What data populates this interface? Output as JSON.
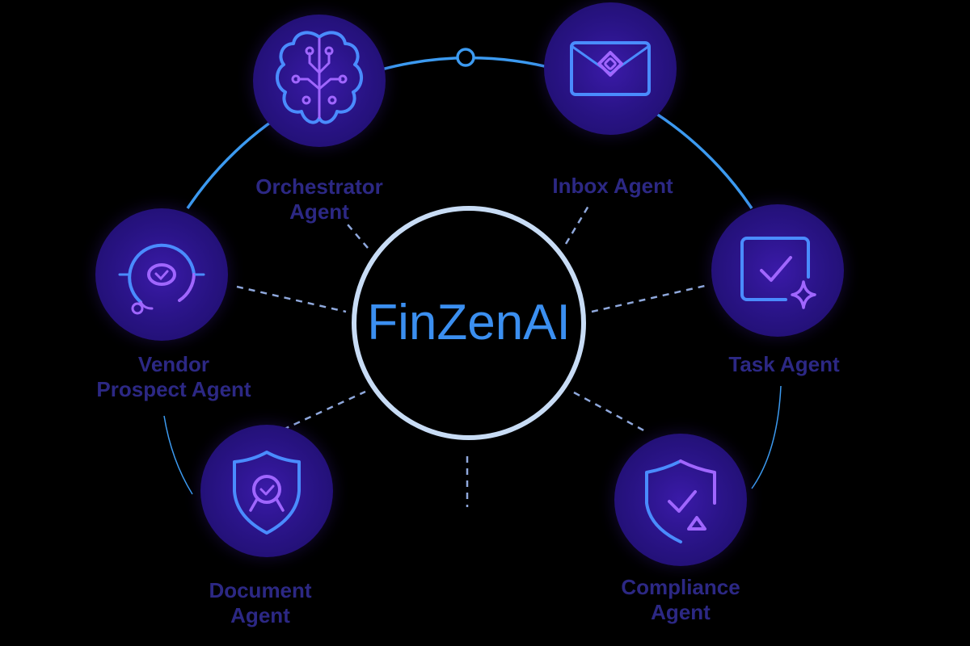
{
  "center": {
    "title": "FinZenAI"
  },
  "agents": [
    {
      "id": "orchestrator",
      "line1": "Orchestrator",
      "line2": "Agent",
      "icon": "brain-circuit-icon"
    },
    {
      "id": "inbox",
      "line1": "Inbox Agent",
      "line2": "",
      "icon": "envelope-icon"
    },
    {
      "id": "vendor",
      "line1": "Vendor",
      "line2": "Prospect Agent",
      "icon": "target-orbit-icon"
    },
    {
      "id": "task",
      "line1": "Task Agent",
      "line2": "",
      "icon": "checkbox-sparkle-icon"
    },
    {
      "id": "document",
      "line1": "Document",
      "line2": "Agent",
      "icon": "shield-badge-icon"
    },
    {
      "id": "compliance",
      "line1": "Compliance",
      "line2": "Agent",
      "icon": "shield-check-warning-icon"
    }
  ],
  "colors": {
    "accent": "#3b8ff0",
    "ring": "#c8dcf5",
    "node": "#2a1488",
    "label": "#2c2884",
    "icon_blue": "#4a8cff",
    "icon_purple": "#a066ff"
  }
}
